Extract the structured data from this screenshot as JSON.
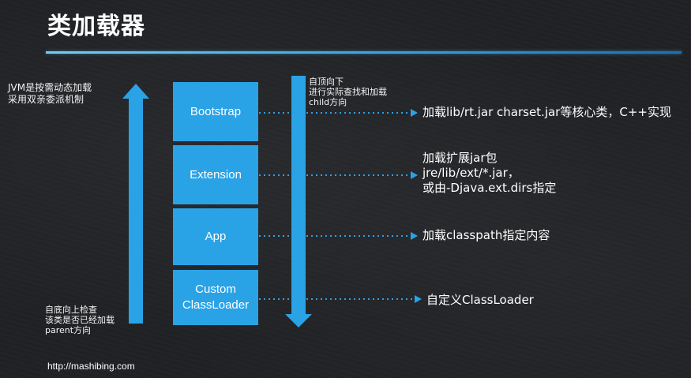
{
  "title": "类加载器",
  "notes": {
    "left_top": [
      "JVM是按需动态加载",
      "采用双亲委派机制"
    ],
    "left_bottom": [
      "自底向上检查",
      "该类是否已经加载",
      "parent方向"
    ],
    "top_down": [
      "自顶向下",
      "进行实际查找和加载",
      "child方向"
    ]
  },
  "loaders": [
    {
      "label": "Bootstrap",
      "description": [
        "加载lib/rt.jar charset.jar等核心类，C++实现"
      ]
    },
    {
      "label": "Extension",
      "description": [
        "加载扩展jar包",
        "jre/lib/ext/*.jar，",
        "或由-Djava.ext.dirs指定"
      ]
    },
    {
      "label": "App",
      "description": [
        "加载classpath指定内容"
      ]
    },
    {
      "label": "Custom ClassLoader",
      "label_lines": [
        "Custom",
        "ClassLoader"
      ],
      "description": [
        "自定义ClassLoader"
      ]
    }
  ],
  "url": "http://mashibing.com",
  "colors": {
    "accent": "#2aa2e6",
    "background": "#1f2124",
    "rule": "#3aa7e0"
  }
}
